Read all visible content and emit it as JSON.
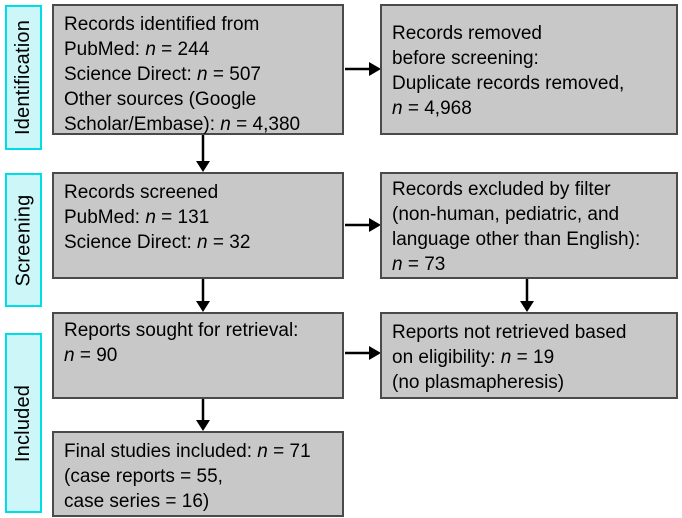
{
  "colors": {
    "stage_fill": "#ccf6f8",
    "stage_border": "#00dde8",
    "box_fill": "#c8c8c8",
    "box_border": "#4a4a4a",
    "arrow": "#000000",
    "text": "#000000"
  },
  "stages": [
    {
      "id": "identification",
      "label": "Identification"
    },
    {
      "id": "screening",
      "label": "Screening"
    },
    {
      "id": "included",
      "label": "Included"
    }
  ],
  "boxes": {
    "records_identified": {
      "lines": [
        [
          {
            "t": "Records identified from"
          }
        ],
        [
          {
            "t": "PubMed: "
          },
          {
            "t": "n",
            "i": true
          },
          {
            "t": " = 244"
          }
        ],
        [
          {
            "t": "Science Direct: "
          },
          {
            "t": "n",
            "i": true
          },
          {
            "t": " = 507"
          }
        ],
        [
          {
            "t": "Other sources (Google"
          }
        ],
        [
          {
            "t": "Scholar/Embase): "
          },
          {
            "t": "n",
            "i": true
          },
          {
            "t": " = 4,380"
          }
        ]
      ]
    },
    "records_removed": {
      "lines": [
        [
          {
            "t": "Records removed"
          }
        ],
        [
          {
            "t": "before screening:"
          }
        ],
        [
          {
            "t": "Duplicate records removed,"
          }
        ],
        [
          {
            "t": "n",
            "i": true
          },
          {
            "t": " = 4,968"
          }
        ]
      ]
    },
    "records_screened": {
      "lines": [
        [
          {
            "t": "Records screened"
          }
        ],
        [
          {
            "t": "PubMed: "
          },
          {
            "t": "n",
            "i": true
          },
          {
            "t": " = 131"
          }
        ],
        [
          {
            "t": "Science Direct: "
          },
          {
            "t": "n",
            "i": true
          },
          {
            "t": " = 32"
          }
        ]
      ]
    },
    "records_excluded": {
      "lines": [
        [
          {
            "t": "Records excluded by filter"
          }
        ],
        [
          {
            "t": "(non-human, pediatric, and"
          }
        ],
        [
          {
            "t": "language other than English):"
          }
        ],
        [
          {
            "t": "n",
            "i": true
          },
          {
            "t": " = 73"
          }
        ]
      ]
    },
    "reports_sought": {
      "lines": [
        [
          {
            "t": "Reports sought for retrieval:"
          }
        ],
        [
          {
            "t": "n",
            "i": true
          },
          {
            "t": " = 90"
          }
        ]
      ]
    },
    "reports_not_retrieved": {
      "lines": [
        [
          {
            "t": "Reports not retrieved based"
          }
        ],
        [
          {
            "t": "on eligibility: "
          },
          {
            "t": "n",
            "i": true
          },
          {
            "t": " = 19"
          }
        ],
        [
          {
            "t": "(no plasmapheresis)"
          }
        ]
      ]
    },
    "final_studies": {
      "lines": [
        [
          {
            "t": "Final studies included: "
          },
          {
            "t": "n",
            "i": true
          },
          {
            "t": " = 71"
          }
        ],
        [
          {
            "t": "(case reports = 55,"
          }
        ],
        [
          {
            "t": "case series = 16)"
          }
        ]
      ]
    }
  }
}
